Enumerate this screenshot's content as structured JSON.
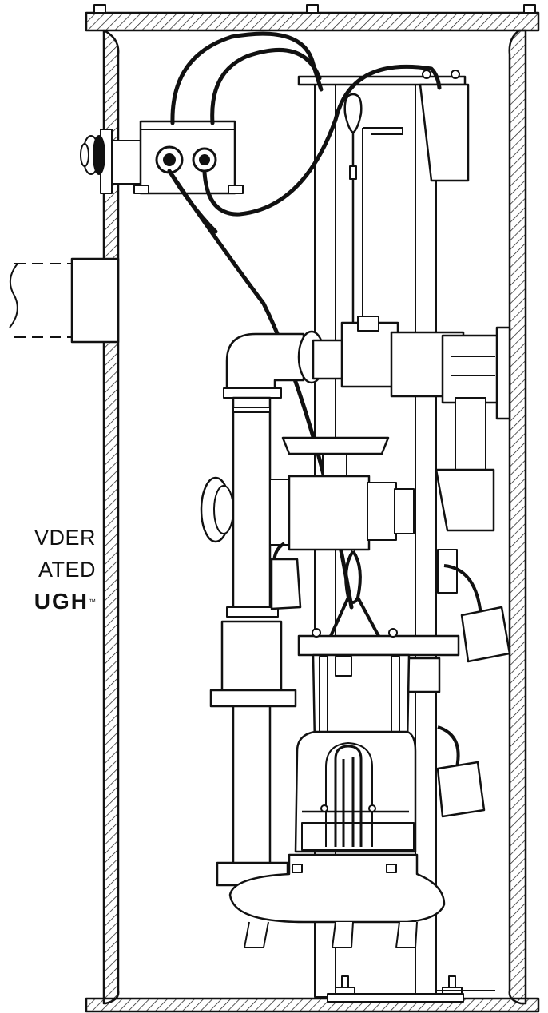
{
  "diagram": {
    "colors": {
      "ink": "#111111",
      "paper": "#ffffff",
      "hatch": "#222222"
    },
    "side_text": {
      "line1": "VDER",
      "line2": "ATED",
      "line3": "UGH",
      "mark": "™"
    }
  }
}
